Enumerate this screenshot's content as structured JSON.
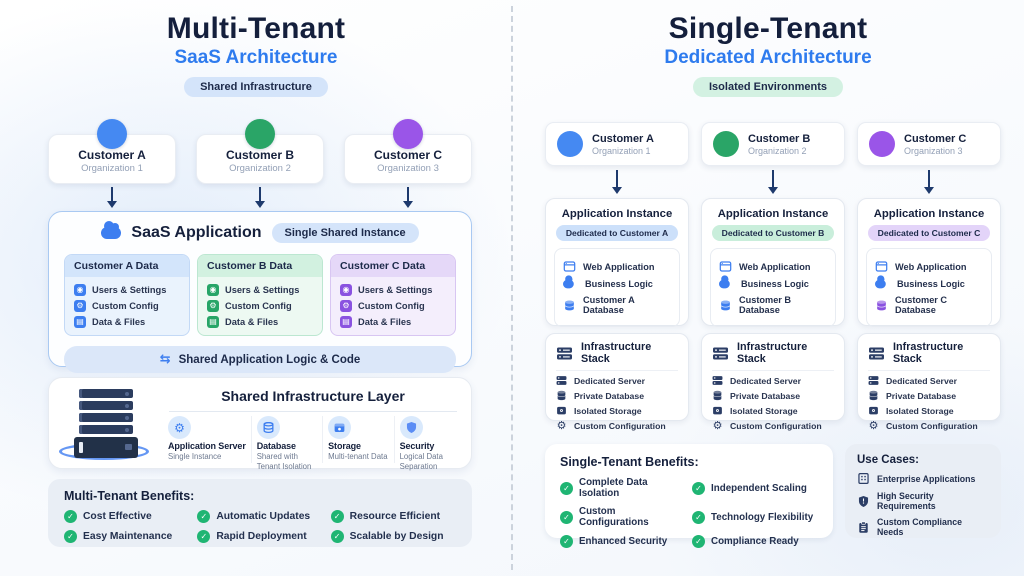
{
  "left": {
    "title": "Multi-Tenant",
    "subtitle": "SaaS Architecture",
    "badge": "Shared Infrastructure",
    "customers": [
      {
        "name": "Customer A",
        "org": "Organization 1"
      },
      {
        "name": "Customer B",
        "org": "Organization 2"
      },
      {
        "name": "Customer C",
        "org": "Organization 3"
      }
    ],
    "saas_app": {
      "title": "SaaS Application",
      "badge": "Single Shared Instance",
      "data_cards": [
        {
          "title": "Customer A Data",
          "items": [
            "Users & Settings",
            "Custom Config",
            "Data & Files"
          ]
        },
        {
          "title": "Customer B Data",
          "items": [
            "Users & Settings",
            "Custom Config",
            "Data & Files"
          ]
        },
        {
          "title": "Customer C Data",
          "items": [
            "Users & Settings",
            "Custom Config",
            "Data & Files"
          ]
        }
      ],
      "shared_bar": "Shared Application Logic & Code"
    },
    "infra": {
      "title": "Shared Infrastructure Layer",
      "columns": [
        {
          "label": "Application Server",
          "sub": "Single Instance"
        },
        {
          "label": "Database",
          "sub": "Shared with Tenant Isolation"
        },
        {
          "label": "Storage",
          "sub": "Multi-tenant Data"
        },
        {
          "label": "Security",
          "sub": "Logical Data Separation"
        }
      ]
    },
    "benefits": {
      "title": "Multi-Tenant Benefits:",
      "items": [
        "Cost Effective",
        "Automatic Updates",
        "Resource Efficient",
        "Easy Maintenance",
        "Rapid Deployment",
        "Scalable by Design"
      ]
    }
  },
  "right": {
    "title": "Single-Tenant",
    "subtitle": "Dedicated Architecture",
    "badge": "Isolated Environments",
    "customers": [
      {
        "name": "Customer A",
        "org": "Organization 1"
      },
      {
        "name": "Customer B",
        "org": "Organization 2"
      },
      {
        "name": "Customer C",
        "org": "Organization 3"
      }
    ],
    "instances": [
      {
        "title": "Application Instance",
        "badge": "Dedicated to Customer A",
        "items": [
          "Web Application",
          "Business Logic",
          "Customer A Database"
        ]
      },
      {
        "title": "Application Instance",
        "badge": "Dedicated to Customer B",
        "items": [
          "Web Application",
          "Business Logic",
          "Customer B Database"
        ]
      },
      {
        "title": "Application Instance",
        "badge": "Dedicated to Customer C",
        "items": [
          "Web Application",
          "Business Logic",
          "Customer C Database"
        ]
      }
    ],
    "stacks": {
      "title": "Infrastructure Stack",
      "items": [
        "Dedicated Server",
        "Private Database",
        "Isolated Storage",
        "Custom Configuration"
      ]
    },
    "benefits": {
      "title": "Single-Tenant Benefits:",
      "items": [
        "Complete Data Isolation",
        "Independent Scaling",
        "Custom Configurations",
        "Technology Flexibility",
        "Enhanced Security",
        "Compliance Ready"
      ]
    },
    "use_cases": {
      "title": "Use Cases:",
      "items": [
        "Enterprise Applications",
        "High Security Requirements",
        "Custom Compliance Needs"
      ]
    }
  },
  "icons": {
    "check": "✓",
    "gear": "⚙",
    "users": "◉",
    "files": "▤",
    "share": "⇆"
  },
  "colors": {
    "navy": "#15203c",
    "accent_blue": "#2e7bee",
    "avatar_blue": "#4589f2",
    "avatar_green": "#2aa567",
    "avatar_purple": "#9a55e8",
    "check_green": "#1fb573"
  }
}
